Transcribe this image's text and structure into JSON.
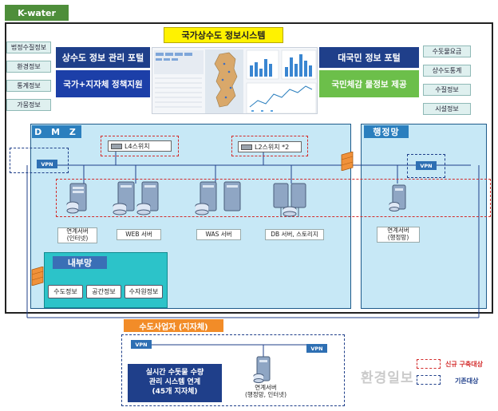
{
  "brand": "K-water",
  "system_title": "국가상수도 정보시스템",
  "left_buttons": [
    "법정수질정보",
    "환경정보",
    "통계정보",
    "가뭄정보"
  ],
  "right_buttons": [
    "수돗물요금",
    "상수도통계",
    "수질정보",
    "시설정보"
  ],
  "left_portal": {
    "title": "상수도 정보 관리 포털",
    "subtitle": "국가+지자체 정책지원"
  },
  "right_portal": {
    "title": "대국민 정보 포털",
    "subtitle": "국민체감 물정보 제공"
  },
  "zones": {
    "dmz": "D M Z",
    "gov": "행정망",
    "internal": "내부망",
    "operator": "수도사업자 (지자체)"
  },
  "switches": {
    "l4": "L4스위치",
    "l2": "L2스위치 *2"
  },
  "vpn_label": "VPN",
  "servers": {
    "link_internet": "연계서버\n(인터넷)",
    "web": "WEB 서버",
    "was": "WAS 서버",
    "db": "DB 서버, 스토리지",
    "link_gov": "연계서버\n(행정망)",
    "link_operator": "연계서버\n(행정망, 인터넷)"
  },
  "internal_dbs": [
    "수도정보",
    "공간정보",
    "수자원정보"
  ],
  "realtime_box": "실시간 수돗물 수량\n관리 시스템 연계\n(45개 지자체)",
  "legend": {
    "new": "신규 구축대상",
    "existing": "기존대상"
  },
  "watermark": "환경일보",
  "colors": {
    "kwater_green": "#4e8e3a",
    "portal_blue": "#1f3f8a",
    "portal_green": "#6cbf4a",
    "new_red": "#d32b2b",
    "existing_blue": "#1f3f8a",
    "operator_orange": "#f28c28"
  }
}
